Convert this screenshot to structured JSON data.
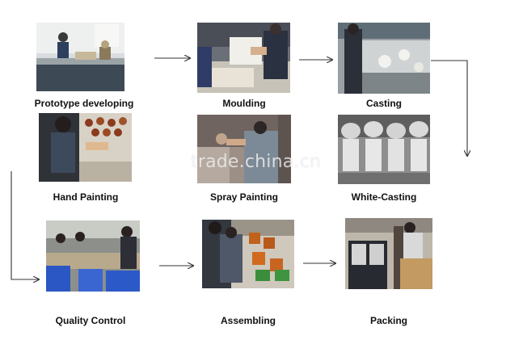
{
  "steps": [
    {
      "id": "prototype",
      "label": "Prototype developing"
    },
    {
      "id": "moulding",
      "label": "Moulding"
    },
    {
      "id": "casting",
      "label": "Casting"
    },
    {
      "id": "hand_painting",
      "label": "Hand Painting"
    },
    {
      "id": "spray_painting",
      "label": "Spray Painting"
    },
    {
      "id": "white_casting",
      "label": "White-Casting"
    },
    {
      "id": "quality_control",
      "label": "Quality Control"
    },
    {
      "id": "assembling",
      "label": "Assembling"
    },
    {
      "id": "packing",
      "label": "Packing"
    }
  ],
  "watermark": "trade.china.cn"
}
